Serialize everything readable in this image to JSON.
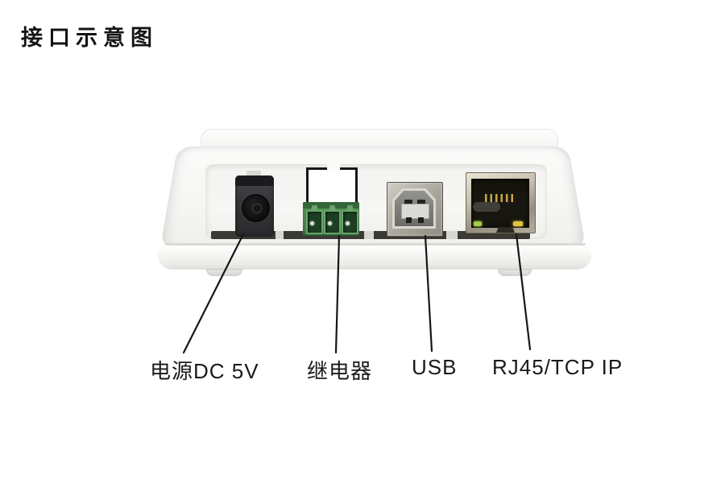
{
  "title": "接口示意图",
  "diagram": {
    "labels": {
      "power": "电源DC 5V",
      "relay": "继电器",
      "usb": "USB",
      "rj45": "RJ45/TCP IP"
    },
    "ports": [
      {
        "id": "dc-power-jack",
        "label": "电源DC 5V"
      },
      {
        "id": "relay-terminal",
        "label": "继电器"
      },
      {
        "id": "usb-b-port",
        "label": "USB"
      },
      {
        "id": "rj45-port",
        "label": "RJ45/TCP IP"
      }
    ],
    "colors": {
      "background": "#ffffff",
      "text": "#1a1a1a",
      "device_body": "#f5f5f3",
      "dc_jack_black": "#323234",
      "relay_green": "#4a8750",
      "usb_metal": "#a8a59c",
      "rj45_metal": "#c9c2b1",
      "led_green": "#9fce45",
      "led_yellow": "#ddc63c",
      "leader_line": "#161616"
    }
  }
}
